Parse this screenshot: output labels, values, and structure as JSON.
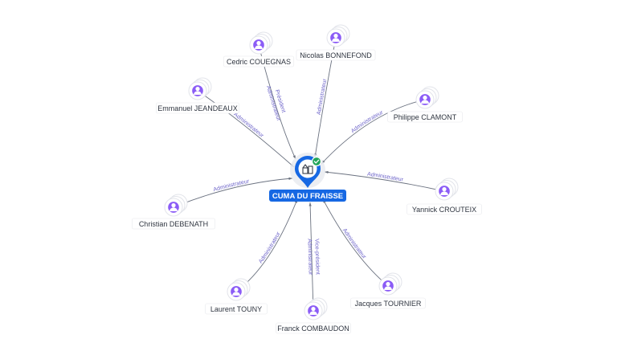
{
  "center": {
    "name": "CUMA DU FRAISSE",
    "color": "#1668e3",
    "badge_color": "#22a55a",
    "icon": "building-icon",
    "badge_icon": "check-icon"
  },
  "person_icon": "person-icon",
  "people": [
    {
      "id": "cedric-couegnas",
      "name": "Cedric COUEGNAS",
      "roles": [
        "Président",
        "Administrateur"
      ],
      "stacked": true
    },
    {
      "id": "nicolas-bonnefond",
      "name": "Nicolas BONNEFOND",
      "roles": [
        "Administrateur"
      ],
      "stacked": true
    },
    {
      "id": "emmanuel-jeandeaux",
      "name": "Emmanuel JEANDEAUX",
      "roles": [
        "Administrateur"
      ],
      "stacked": true
    },
    {
      "id": "philippe-clamont",
      "name": "Philippe CLAMONT",
      "roles": [
        "Administrateur"
      ],
      "stacked": true
    },
    {
      "id": "christian-debenath",
      "name": "Christian DEBENATH",
      "roles": [
        "Administrateur"
      ],
      "stacked": true
    },
    {
      "id": "yannick-crouteix",
      "name": "Yannick CROUTEIX",
      "roles": [
        "Administrateur"
      ],
      "stacked": true
    },
    {
      "id": "laurent-touny",
      "name": "Laurent TOUNY",
      "roles": [
        "Administrateur"
      ],
      "stacked": true
    },
    {
      "id": "franck-combaudon",
      "name": "Franck COMBAUDON",
      "roles": [
        "Vice-président",
        "Administrateur"
      ],
      "stacked": true
    },
    {
      "id": "jacques-tournier",
      "name": "Jacques TOURNIER",
      "roles": [
        "Administrateur"
      ],
      "stacked": true
    }
  ]
}
